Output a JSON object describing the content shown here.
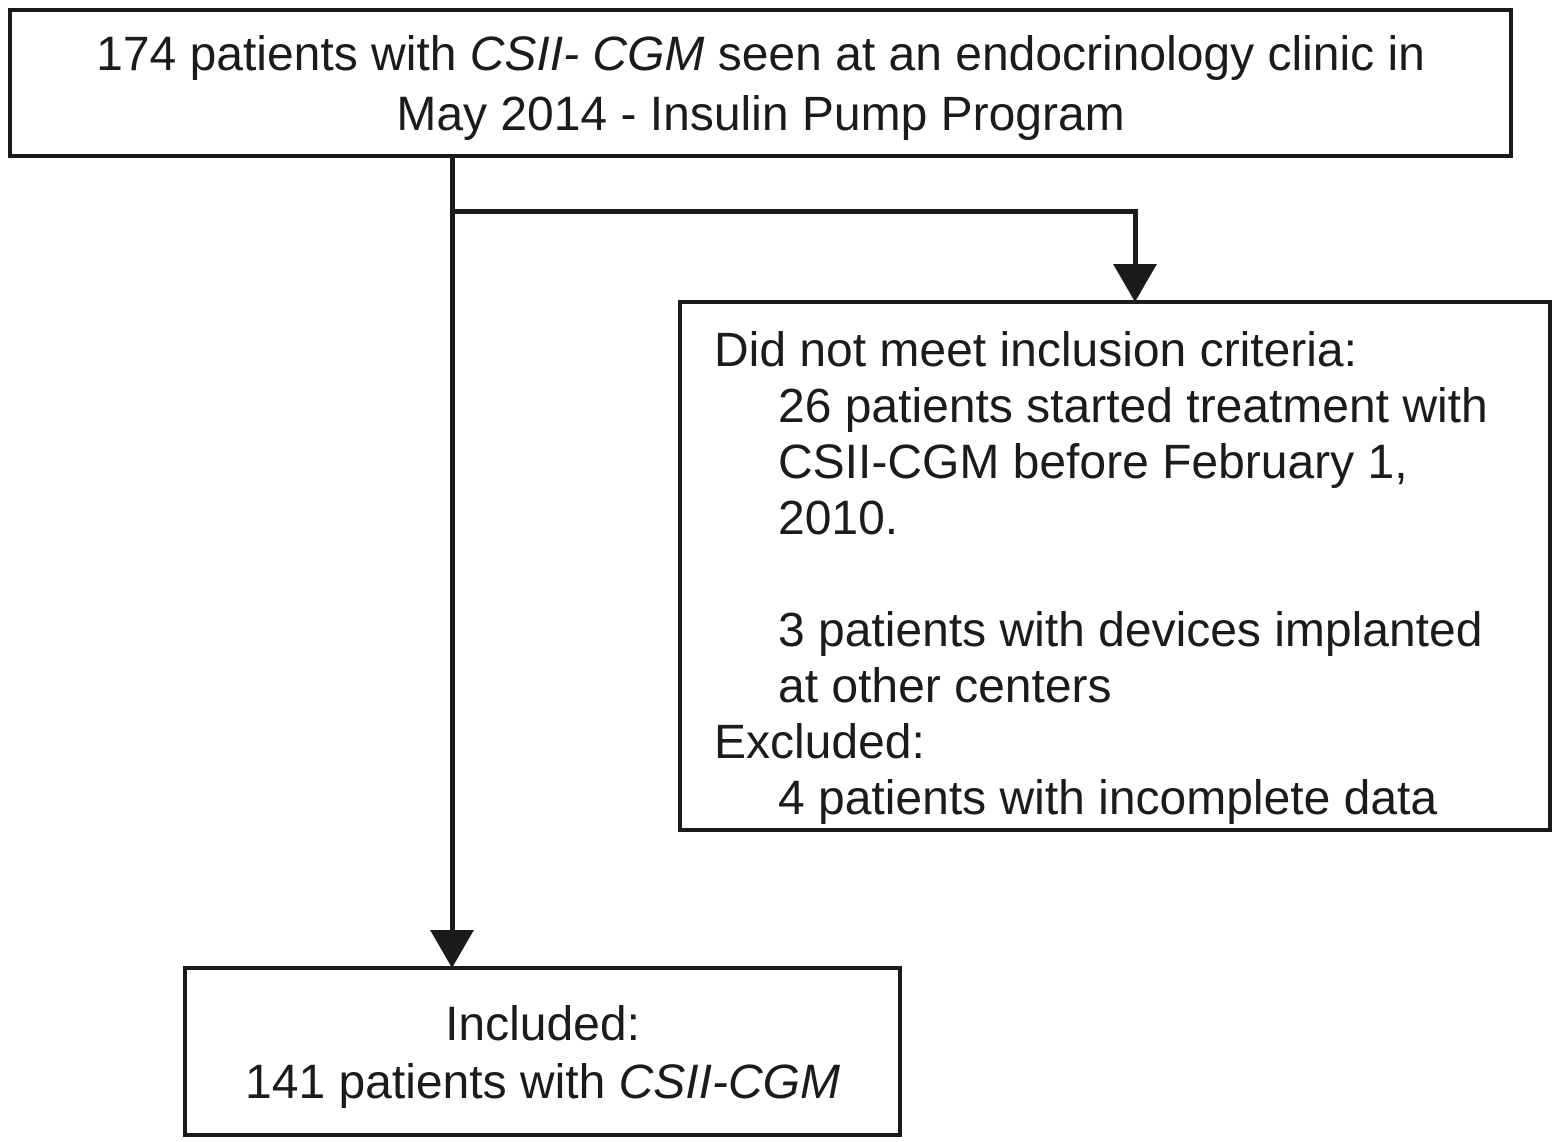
{
  "colors": {
    "ink": "#1b1b1b",
    "background": "#ffffff"
  },
  "flowchart": {
    "source_box": {
      "line1_pre": "174 patients with ",
      "line1_italic": "CSII- CGM",
      "line1_post": " seen at an endocrinology clinic in",
      "line2": "May 2014 - Insulin Pump Program"
    },
    "exclusion_box": {
      "heading": "Did not meet inclusion criteria:",
      "item1_line1": "26 patients started treatment with",
      "item1_line2": "CSII-CGM before February 1, 2010.",
      "item2_line1": "3 patients with devices implanted",
      "item2_line2": "at other centers",
      "subheading": "Excluded:",
      "item3": "4 patients with incomplete data"
    },
    "included_box": {
      "line1": "Included:",
      "line2_pre": "141 patients with ",
      "line2_italic": "CSII-CGM"
    }
  }
}
